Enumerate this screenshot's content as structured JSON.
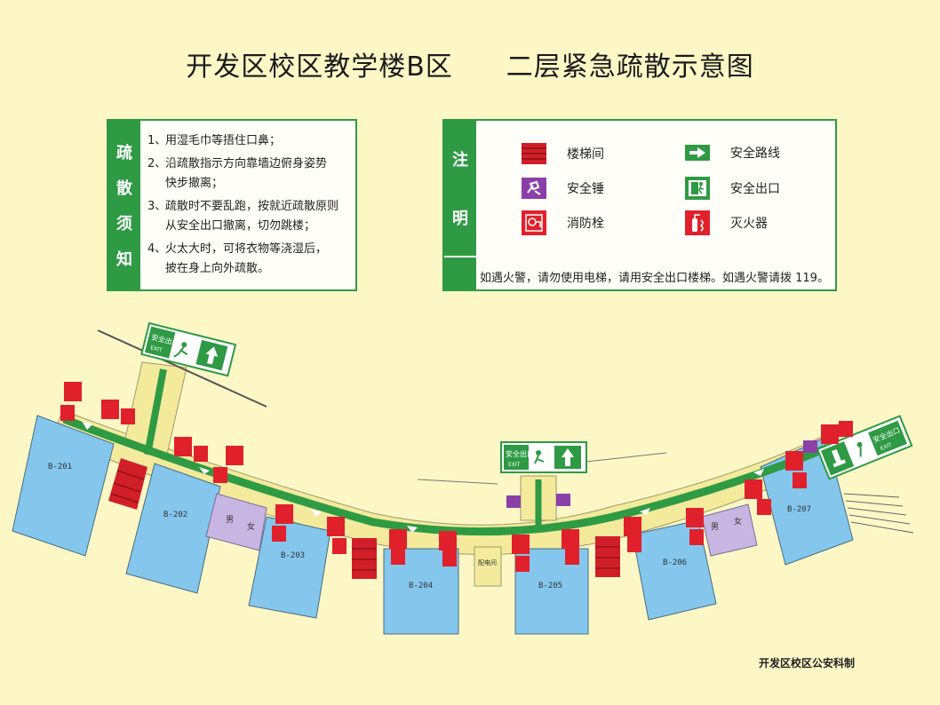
{
  "title": {
    "part1": "开发区校区教学楼B区",
    "part2": "二层紧急疏散示意图"
  },
  "notes": {
    "side_label_chars": [
      "疏",
      "散",
      "须",
      "知"
    ],
    "items": [
      {
        "num": "1、",
        "lines": [
          "用湿毛巾等捂住口鼻；"
        ]
      },
      {
        "num": "2、",
        "lines": [
          "沿疏散指示方向靠墙边俯身姿势",
          "快步撤离；"
        ]
      },
      {
        "num": "3、",
        "lines": [
          "疏散时不要乱跑，按就近疏散原则",
          "从安全出口撤离，切勿跳楼；"
        ]
      },
      {
        "num": "4、",
        "lines": [
          "火太大时，可将衣物等浇湿后，",
          "披在身上向外疏散。"
        ]
      }
    ]
  },
  "legend": {
    "side_label_chars": [
      "注",
      "明"
    ],
    "items": [
      {
        "icon": "stairwell-icon",
        "label": "楼梯间"
      },
      {
        "icon": "safety-hammer-icon",
        "label": "安全锤"
      },
      {
        "icon": "fire-hydrant-icon",
        "label": "消防栓"
      },
      {
        "icon": "safe-route-arrow-icon",
        "label": "安全路线"
      },
      {
        "icon": "safety-exit-icon",
        "label": "安全出口"
      },
      {
        "icon": "fire-extinguisher-icon",
        "label": "灭火器"
      }
    ],
    "footnote": "如遇火警，请勿使用电梯，请用安全出口楼梯。如遇火警请拨 119。"
  },
  "map": {
    "exit_signs": [
      {
        "cn": "安全出口",
        "en": "EXIT"
      },
      {
        "cn": "安全出口",
        "en": "EXIT"
      },
      {
        "cn": "安全出口",
        "en": "EXIT"
      }
    ],
    "rooms": [
      "B-201",
      "B-202",
      "B-203",
      "B-204",
      "B-205",
      "B-206",
      "B-207"
    ],
    "restroom_labels": [
      "男",
      "女",
      "男",
      "女"
    ],
    "electric_room": "配电间"
  },
  "credit": "开发区校区公安科制",
  "colors": {
    "background": "#fdf7c6",
    "green": "#2f9a44",
    "room_blue": "#84c6ec",
    "corridor_yellow": "#f3ea9c",
    "stair_red": "#d11f2a",
    "restroom_purple": "#c8b6e2",
    "alarm_red": "#e0212c"
  }
}
